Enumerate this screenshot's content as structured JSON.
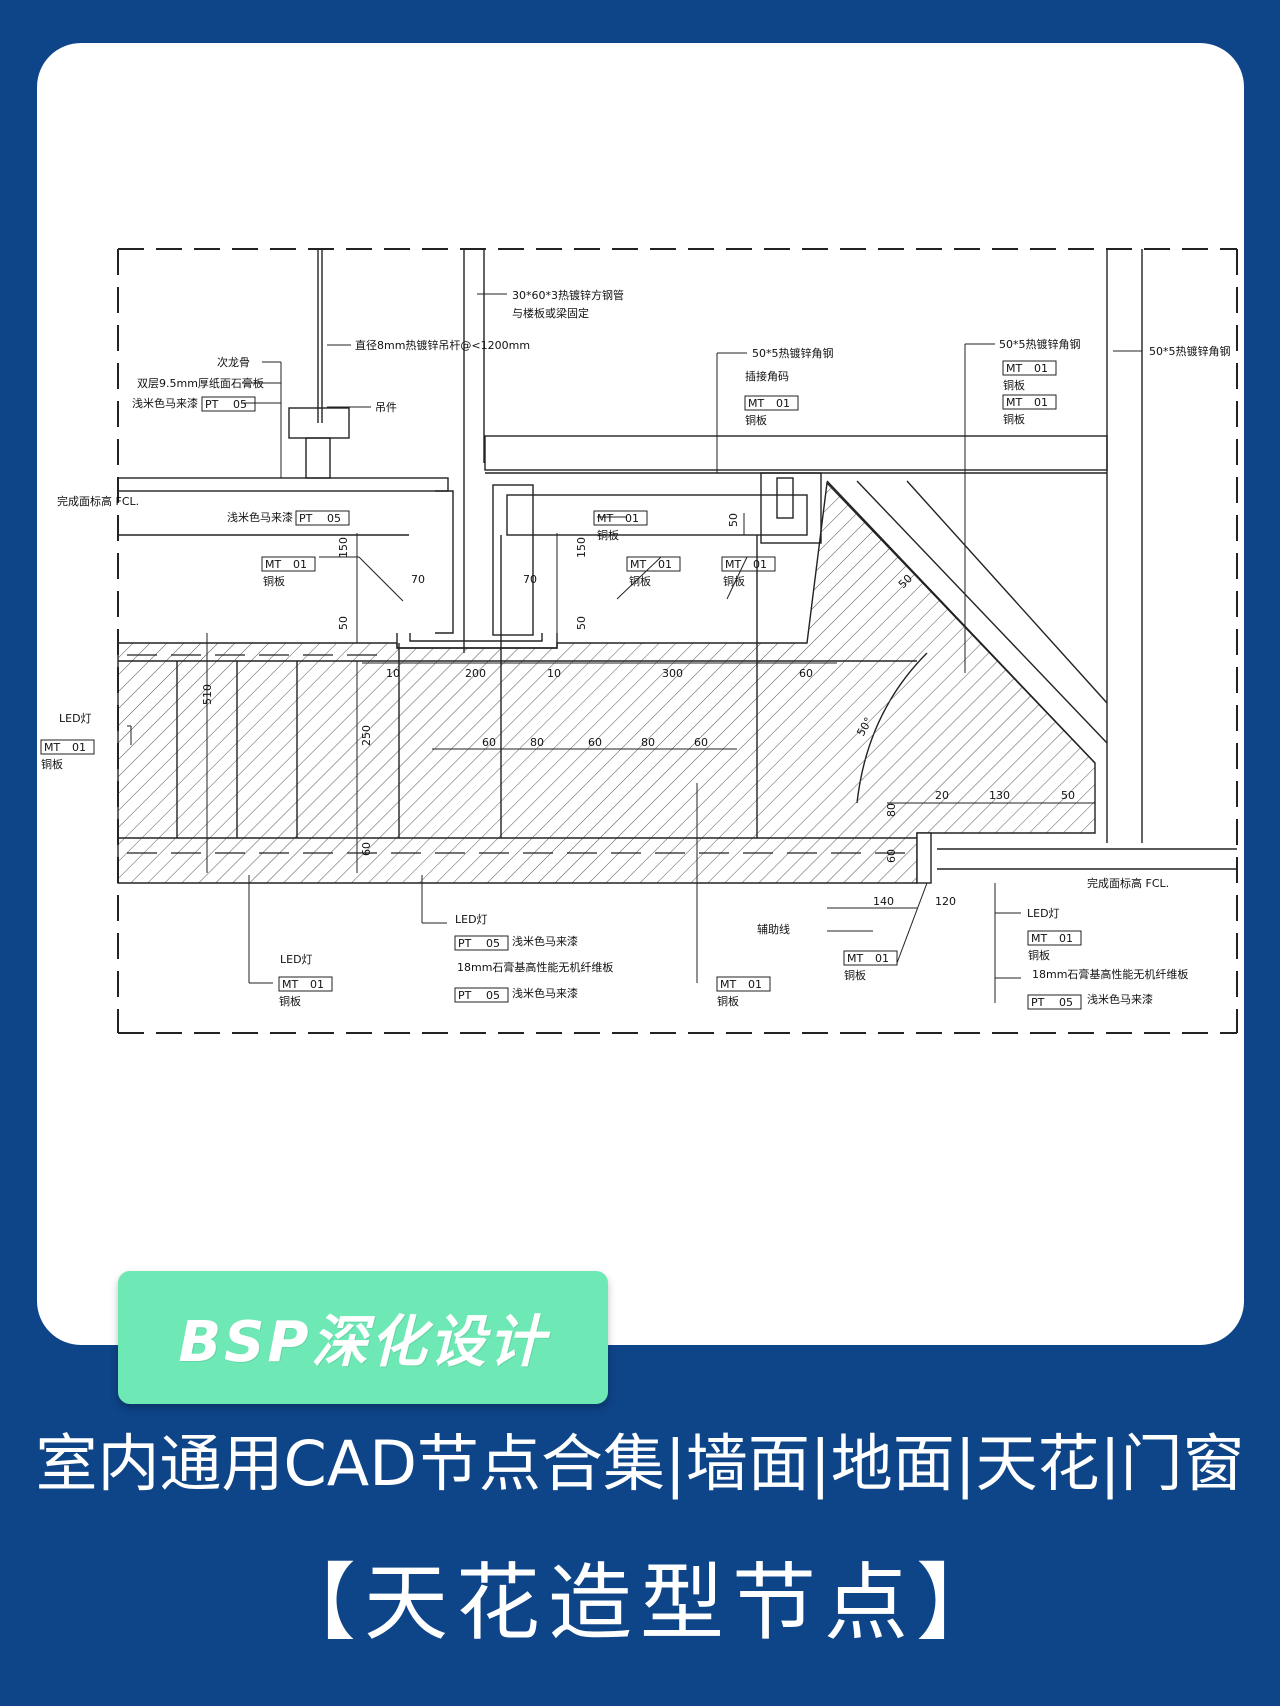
{
  "brand": "BSP深化设计",
  "subtitle": "室内通用CAD节点合集|墙面|地面|天花|门窗",
  "title": "【天花造型节点】",
  "colors": {
    "background": "#0e4488",
    "card": "#ffffff",
    "brand_badge": "#6ee8b4",
    "text": "#ffffff"
  },
  "drawing": {
    "labels": {
      "steel_tube": "30*60*3热镀锌方钢管",
      "tube_fix": "与楼板或梁固定",
      "hanger_rod": "直径8mm热镀锌吊杆@<1200mm",
      "hanger": "吊件",
      "secondary_keel": "次龙骨",
      "gypsum_double": "双层9.5mm厚纸面石膏板",
      "paint_top": "浅米色马来漆",
      "paint_mid": "浅米色马来漆",
      "angle_steel_1": "50*5热镀锌角钢",
      "weld_corner": "插接角码",
      "angle_steel_2": "50*5热镀锌角钢",
      "angle_steel_3": "50*5热镀锌角钢",
      "fcl_left": "完成面标高 FCL.",
      "fcl_right": "完成面标高 FCL.",
      "led_left": "LED灯",
      "led_bottom_left": "LED灯",
      "led_bottom_mid": "LED灯",
      "led_bottom_right": "LED灯",
      "paint_b1": "浅米色马来漆",
      "board_b1": "18mm石膏基高性能无机纤维板",
      "paint_b2": "浅米色马来漆",
      "aux_line": "辅助线",
      "board_b2": "18mm石膏基高性能无机纤维板",
      "paint_b3": "浅米色马来漆",
      "copper": "铜板"
    },
    "tags": {
      "pt": "PT",
      "pt_no": "05",
      "mt": "MT",
      "mt_no": "01"
    },
    "dims": {
      "d150a": "150",
      "d50a": "50",
      "d70a": "70",
      "d70b": "70",
      "d150b": "150",
      "d50b": "50",
      "d50c": "50",
      "d50d": "50",
      "d10a": "10",
      "d200": "200",
      "d10b": "10",
      "d300": "300",
      "d60a": "60",
      "d510": "510",
      "d250": "250",
      "d60b": "60",
      "d60c": "60",
      "d80a": "80",
      "d60d": "60",
      "d80b": "80",
      "d60e": "60",
      "d50deg": "50°",
      "d20": "20",
      "d130": "130",
      "d50e": "50",
      "d80c": "80",
      "d60f": "60",
      "d140": "140",
      "d120": "120"
    }
  }
}
